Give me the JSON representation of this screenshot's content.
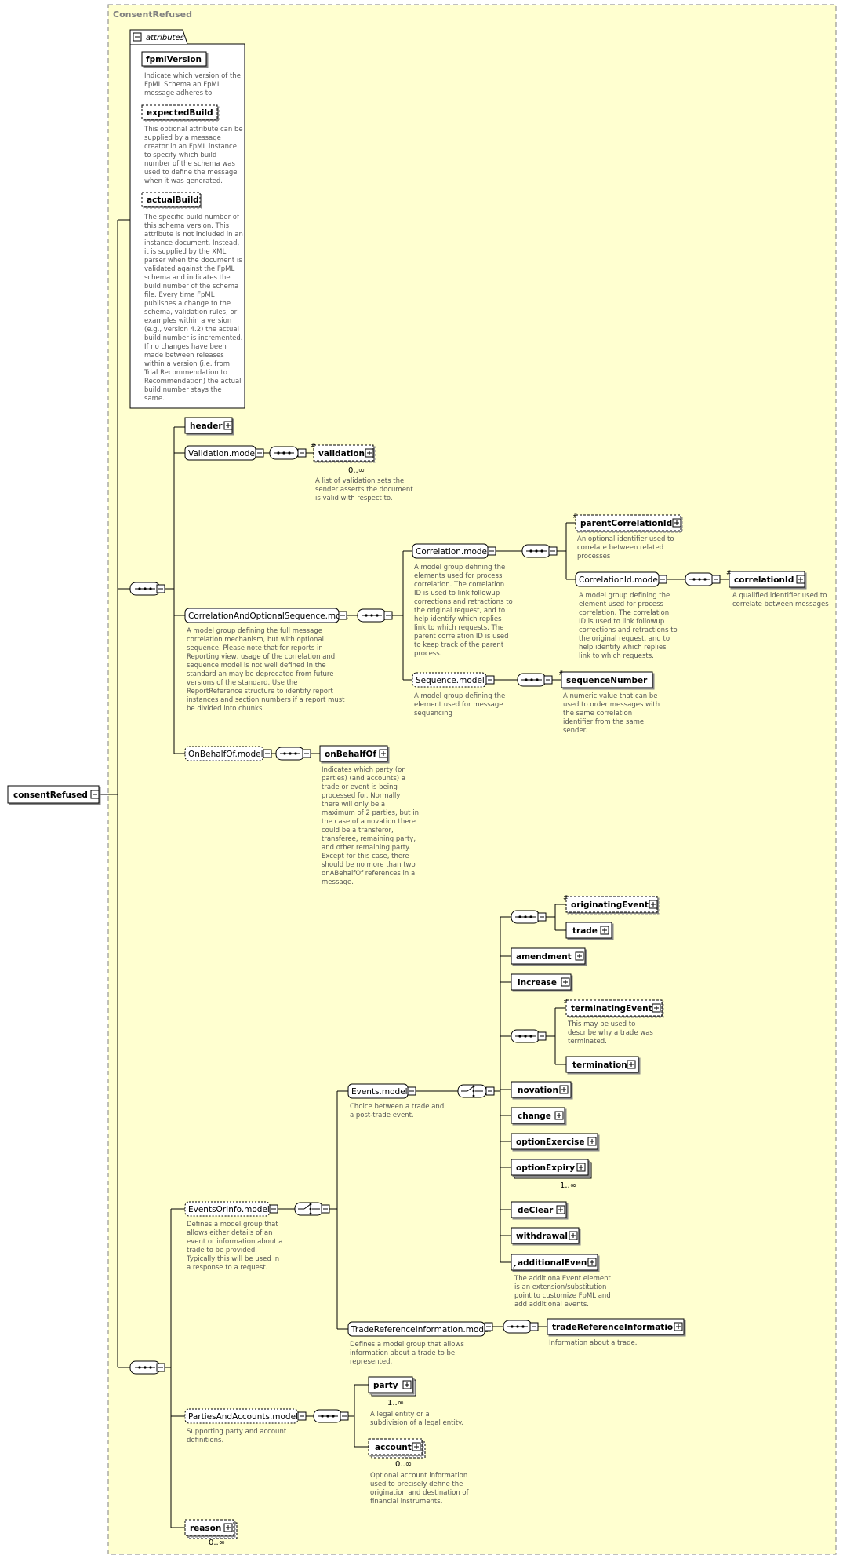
{
  "container_title": "ConsentRefused",
  "attributes": {
    "panel_label": "attributes",
    "items": [
      {
        "name": "fpmlVersion",
        "desc": [
          "Indicate which version of the",
          "FpML Schema an FpML",
          "message adheres to."
        ]
      },
      {
        "name": "expectedBuild",
        "desc": [
          "This optional attribute can be",
          "supplied by a message",
          "creator in an FpML instance",
          "to specify which build",
          "number of the schema was",
          "used to define the message",
          "when it was generated."
        ]
      },
      {
        "name": "actualBuild",
        "desc": [
          "The specific build number of",
          "this schema version. This",
          "attribute is not included in an",
          "instance document. Instead,",
          "it is supplied by the XML",
          "parser when the document is",
          "validated against the FpML",
          "schema and indicates the",
          "build number of the schema",
          "file. Every time FpML",
          "publishes a change to the",
          "schema, validation rules, or",
          "examples within a version",
          "(e.g., version 4.2) the actual",
          "build number is incremented.",
          "If no changes have been",
          "made between releases",
          "within a version (i.e. from",
          "Trial Recommendation to",
          "Recommendation) the actual",
          "build number stays the",
          "same."
        ]
      }
    ]
  },
  "root": {
    "name": "consentRefused"
  },
  "nodes": {
    "header": "header",
    "validation_model": "Validation.model",
    "validation": "validation",
    "validation_card": "0..∞",
    "corr_opt_seq": "CorrelationAndOptionalSequence.mo...",
    "correlation_model": "Correlation.model",
    "parent_corr_id": "parentCorrelationId",
    "corr_id_model": "CorrelationId.model",
    "correlation_id": "correlationId",
    "sequence_model": "Sequence.model",
    "sequence_number": "sequenceNumber",
    "on_behalf_of_model": "OnBehalfOf.model",
    "on_behalf_of": "onBehalfOf",
    "events_or_info_model": "EventsOrInfo.model",
    "events_model": "Events.model",
    "originating_event": "originatingEvent",
    "trade": "trade",
    "amendment": "amendment",
    "increase": "increase",
    "terminating_event": "terminatingEvent",
    "termination": "termination",
    "novation": "novation",
    "change": "change",
    "option_exercise": "optionExercise",
    "option_expiry": "optionExpiry",
    "option_expiry_card": "1..∞",
    "de_clear": "deClear",
    "withdrawal": "withdrawal",
    "additional_event": "additionalEvent",
    "trade_ref_info_model": "TradeReferenceInformation.model",
    "trade_ref_info": "tradeReferenceInformation",
    "parties_accounts_model": "PartiesAndAccounts.model",
    "party": "party",
    "party_card": "1..∞",
    "account": "account",
    "account_card": "0..∞",
    "reason": "reason",
    "reason_card": "0..∞"
  },
  "descriptions": {
    "validation": [
      "A list of validation sets the",
      "sender asserts the document",
      "is valid with respect to."
    ],
    "corr_opt_seq": [
      "A model group defining the full message",
      "correlation mechanism, but with optional",
      "sequence. Please note that for reports in",
      "Reporting view, usage of the correlation and",
      "sequence model is not well defined in the",
      "standard an may be deprecated from future",
      "versions of the standard. Use the",
      "ReportReference structure to identify report",
      "instances and section numbers if a report must",
      "be divided into chunks."
    ],
    "correlation_model": [
      "A model group defining the",
      "elements used for process",
      "correlation. The correlation",
      "ID is used to link followup",
      "corrections and retractions to",
      "the original request, and to",
      "help identify which replies",
      "link to which requests. The",
      "parent correlation ID is used",
      "to keep track of the parent",
      "process."
    ],
    "parent_corr_id": [
      "An optional identifier used to",
      "correlate between related",
      "processes"
    ],
    "corr_id_model": [
      "A model group defining the",
      "element used for process",
      "correlation. The correlation",
      "ID is used to link followup",
      "corrections and retractions to",
      "the original request, and to",
      "help identify which replies",
      "link to which requests."
    ],
    "correlation_id": [
      "A qualified identifier used to",
      "correlate between messages"
    ],
    "sequence_model": [
      "A model group defining the",
      "element used for message",
      "sequencing"
    ],
    "sequence_number": [
      "A numeric value that can be",
      "used to order messages with",
      "the same correlation",
      "identifier from the same",
      "sender."
    ],
    "on_behalf_of": [
      "Indicates which party (or",
      "parties) (and accounts) a",
      "trade or event is being",
      "processed for. Normally",
      "there will only be a",
      "maximum of 2 parties, but in",
      "the case of a novation there",
      "could be a transferor,",
      "transferee, remaining party,",
      "and other remaining party.",
      "Except for this case, there",
      "should be no more than two",
      "onABehalfOf references in a",
      "message."
    ],
    "terminating_event": [
      "This may be used to",
      "describe why a trade was",
      "terminated."
    ],
    "events_model": [
      "Choice between a trade and",
      "a post-trade event."
    ],
    "events_or_info_model": [
      "Defines a model group that",
      "allows either details of an",
      "event or information about a",
      "trade to be provided.",
      "Typically this will be used in",
      "a response to a request."
    ],
    "additional_event": [
      "The additionalEvent element",
      "is an extension/substitution",
      "point to customize FpML and",
      "add additional events."
    ],
    "trade_ref_info_model": [
      "Defines a model group that allows",
      "information about a trade to be",
      "represented."
    ],
    "trade_ref_info": [
      "Information about a trade."
    ],
    "parties_accounts_model": [
      "Supporting party and account",
      "definitions."
    ],
    "party": [
      "A legal entity or a",
      "subdivision of a legal entity."
    ],
    "account": [
      "Optional account information",
      "used to precisely define the",
      "origination and destination of",
      "financial instruments."
    ]
  },
  "colors": {
    "background": "#ffffff",
    "container_fill": "#ffffd0",
    "box_fill": "#ffffff",
    "stroke": "#000000",
    "description_text": "#555555",
    "title_text": "#808080"
  }
}
